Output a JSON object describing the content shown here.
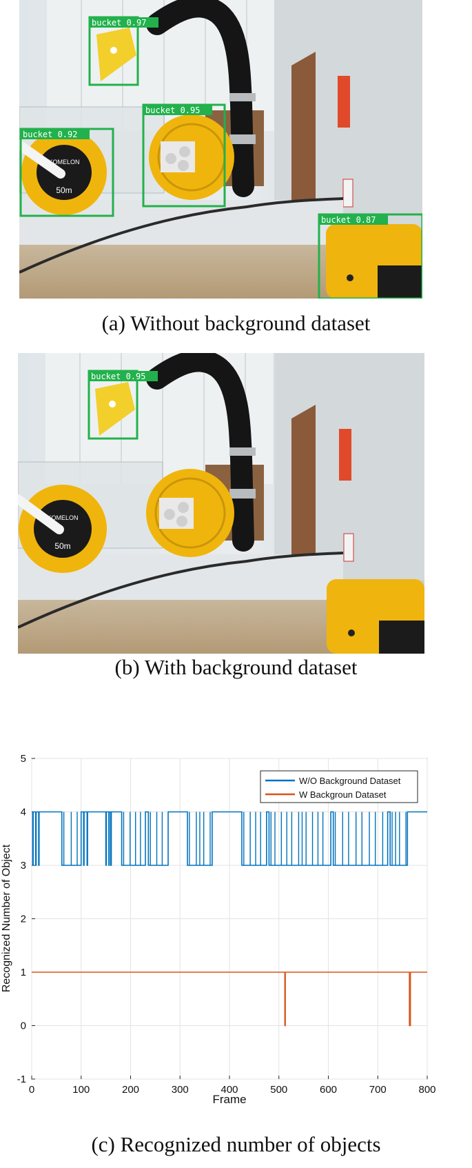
{
  "figure_a": {
    "caption": "(a) Without background dataset",
    "detections": [
      {
        "class": "bucket",
        "score": "0.97",
        "label": "bucket 0.97"
      },
      {
        "class": "bucket",
        "score": "0.95",
        "label": "bucket 0.95"
      },
      {
        "class": "bucket",
        "score": "0.92",
        "label": "bucket 0.92"
      },
      {
        "class": "bucket",
        "score": "0.87",
        "label": "bucket 0.87"
      }
    ],
    "box_color": "#22b14c"
  },
  "figure_b": {
    "caption": "(b) With background dataset",
    "detections": [
      {
        "class": "bucket",
        "score": "0.95",
        "label": "bucket 0.95"
      }
    ],
    "box_color": "#22b14c"
  },
  "reel_text": {
    "brand": "KOMELON",
    "length": "50m"
  },
  "figure_c": {
    "caption": "(c) Recognized number of objects"
  },
  "chart_data": {
    "type": "line",
    "xlabel": "Frame",
    "ylabel": "Recognized Number of Object",
    "xlim": [
      0,
      800
    ],
    "ylim": [
      -1,
      5
    ],
    "xticks": [
      0,
      100,
      200,
      300,
      400,
      500,
      600,
      700,
      800
    ],
    "yticks": [
      -1,
      0,
      1,
      2,
      3,
      4,
      5
    ],
    "grid": true,
    "legend_position": "top-right",
    "series": [
      {
        "name": "W/O Background Dataset",
        "color": "#0072bd",
        "baseline": 4,
        "dip_value": 3,
        "dip_segments": [
          [
            2,
            3
          ],
          [
            8,
            9
          ],
          [
            14,
            15
          ],
          [
            61,
            100
          ],
          [
            105,
            106
          ],
          [
            112,
            113
          ],
          [
            150,
            151
          ],
          [
            156,
            157
          ],
          [
            160,
            161
          ],
          [
            182,
            230
          ],
          [
            236,
            276
          ],
          [
            315,
            365
          ],
          [
            425,
            475
          ],
          [
            480,
            605
          ],
          [
            610,
            720
          ],
          [
            725,
            760
          ]
        ]
      },
      {
        "name": "W Backgroun Dataset",
        "color": "#d95319",
        "baseline": 1,
        "dip_value": 0,
        "dip_segments": [
          [
            512,
            513
          ],
          [
            764,
            766
          ]
        ]
      }
    ]
  }
}
